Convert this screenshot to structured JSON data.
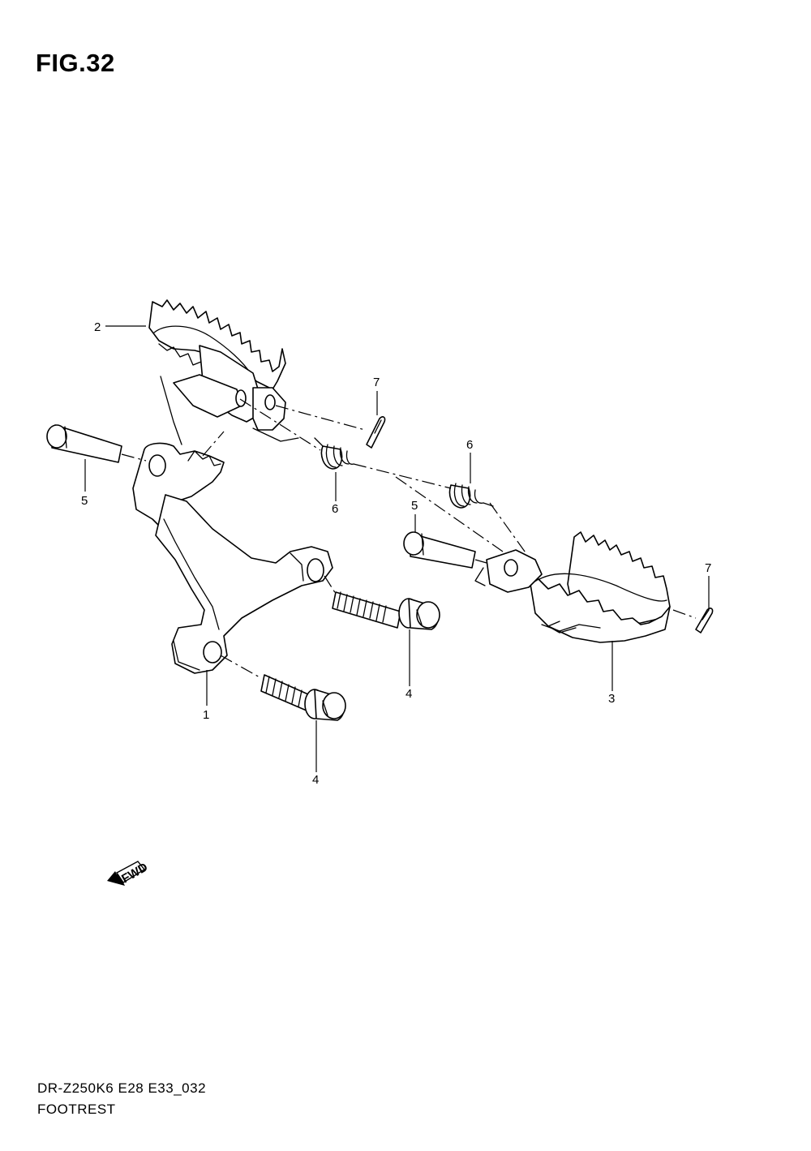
{
  "figure": {
    "title": "FIG.32"
  },
  "callouts": [
    {
      "id": "c2",
      "number": "2"
    },
    {
      "id": "c7a",
      "number": "7"
    },
    {
      "id": "c6a",
      "number": "6"
    },
    {
      "id": "c6b",
      "number": "6"
    },
    {
      "id": "c5a",
      "number": "5"
    },
    {
      "id": "c5b",
      "number": "5"
    },
    {
      "id": "c7b",
      "number": "7"
    },
    {
      "id": "c1",
      "number": "1"
    },
    {
      "id": "c4a",
      "number": "4"
    },
    {
      "id": "c3",
      "number": "3"
    },
    {
      "id": "c4b",
      "number": "4"
    }
  ],
  "direction_arrow": {
    "label": "FWD"
  },
  "footer": {
    "code": "DR-Z250K6 E28 E33_032",
    "name": "FOOTREST"
  }
}
